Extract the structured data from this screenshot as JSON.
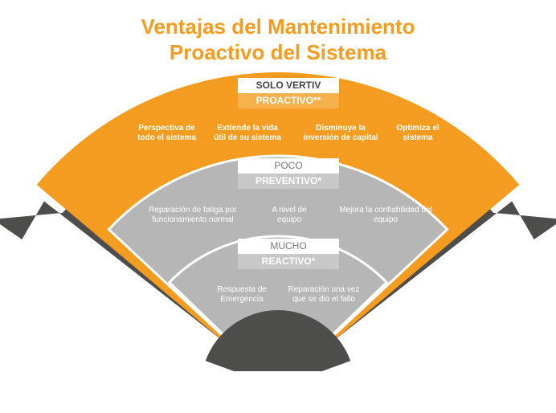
{
  "title": {
    "line1": "Ventajas del Mantenimiento",
    "line2": "Proactivo del Sistema"
  },
  "tiers": [
    {
      "amount": "SOLO VERTIV",
      "type": "PROACTIVO**",
      "benefits": [
        "Perspectiva de todo el sistema",
        "Extiende la vida útil de su sistema",
        "Disminuye la inversión de capital",
        "Optimiza el sistema"
      ]
    },
    {
      "amount": "POCO",
      "type": "PREVENTIVO*",
      "benefits": [
        "Reparación de fatiga por funcionamiento normal",
        "A nivel de equipo",
        "Mejora la confiabilidad del equipo"
      ]
    },
    {
      "amount": "MUCHO",
      "type": "REACTIVO*",
      "benefits": [
        "Respuesta de Emergencia",
        "Reparación una vez que se dio el fallo"
      ]
    }
  ],
  "colors": {
    "orange": "#f39c1f",
    "orange_light": "#f6b04c",
    "gray": "#b6b6b6",
    "gray_light": "#c8c8c8",
    "dark": "#4d4e4c"
  }
}
